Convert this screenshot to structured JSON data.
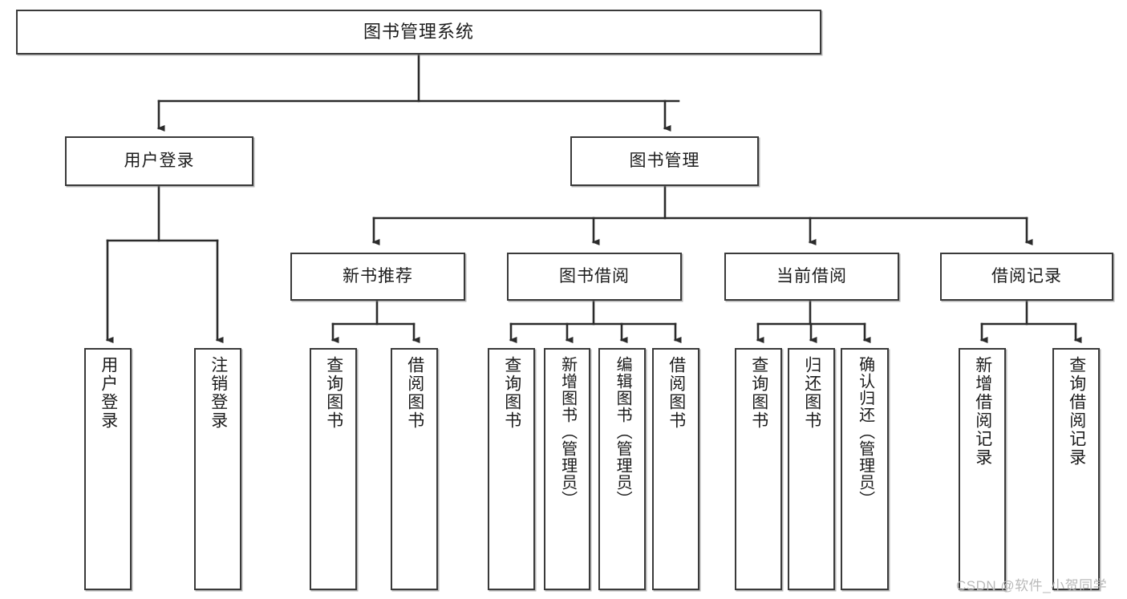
{
  "diagram": {
    "title": "图书管理系统",
    "type": "hierarchy-tree",
    "root": {
      "id": "root",
      "label": "图书管理系统"
    },
    "level2": [
      {
        "id": "user-login",
        "label": "用户登录"
      },
      {
        "id": "book-manage",
        "label": "图书管理"
      }
    ],
    "level3": [
      {
        "id": "new-book-rec",
        "label": "新书推荐",
        "parent": "book-manage"
      },
      {
        "id": "book-borrow",
        "label": "图书借阅",
        "parent": "book-manage"
      },
      {
        "id": "current-borrow",
        "label": "当前借阅",
        "parent": "book-manage"
      },
      {
        "id": "borrow-record",
        "label": "借阅记录",
        "parent": "book-manage"
      }
    ],
    "leaves": [
      {
        "id": "leaf-user-login",
        "label": "用户登录",
        "parent": "user-login"
      },
      {
        "id": "leaf-user-logout",
        "label": "注销登录",
        "parent": "user-login"
      },
      {
        "id": "leaf-query-book-1",
        "label": "查询图书",
        "parent": "new-book-rec"
      },
      {
        "id": "leaf-borrow-book-1",
        "label": "借阅图书",
        "parent": "new-book-rec"
      },
      {
        "id": "leaf-query-book-2",
        "label": "查询图书",
        "parent": "book-borrow"
      },
      {
        "id": "leaf-add-book",
        "label": "新增图书（管理员）",
        "parent": "book-borrow"
      },
      {
        "id": "leaf-edit-book",
        "label": "编辑图书（管理员）",
        "parent": "book-borrow"
      },
      {
        "id": "leaf-borrow-book-2",
        "label": "借阅图书",
        "parent": "book-borrow"
      },
      {
        "id": "leaf-query-book-3",
        "label": "查询图书",
        "parent": "current-borrow"
      },
      {
        "id": "leaf-return-book",
        "label": "归还图书",
        "parent": "current-borrow"
      },
      {
        "id": "leaf-confirm-return",
        "label": "确认归还（管理员）",
        "parent": "current-borrow"
      },
      {
        "id": "leaf-add-record",
        "label": "新增借阅记录",
        "parent": "borrow-record"
      },
      {
        "id": "leaf-query-record",
        "label": "查询借阅记录",
        "parent": "borrow-record"
      }
    ],
    "colors": {
      "border": "#3a3a3a",
      "background": "#ffffff",
      "text": "#1c1c1c",
      "connector": "#2b2b2b",
      "watermark": "#b9b9b9"
    }
  },
  "watermark": {
    "text": "CSDN @软件_小贺同学"
  }
}
